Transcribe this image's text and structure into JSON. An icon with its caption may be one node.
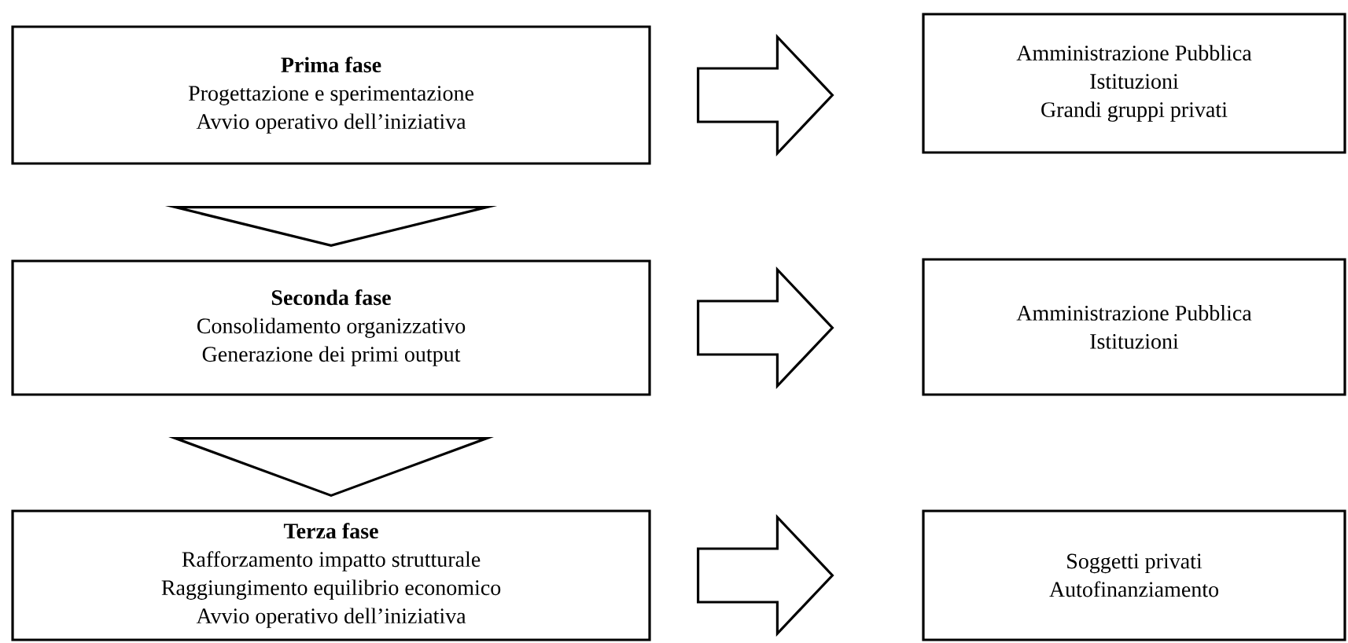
{
  "diagram": {
    "nodes": [
      {
        "text": [
          "Prima fase",
          "Progettazione e sperimentazione",
          "Avvio operativo dell’iniziativa"
        ]
      },
      {
        "text": [
          "Amministrazione Pubblica",
          "Istituzioni",
          "Grandi gruppi privati"
        ]
      },
      {
        "text": [
          "Seconda fase",
          "Consolidamento organizzativo",
          "Generazione dei primi output"
        ]
      },
      {
        "text": [
          "Amministrazione Pubblica",
          "Istituzioni"
        ]
      },
      {
        "text": [
          "Terza fase",
          "Rafforzamento impatto strutturale",
          "Raggiungimento equilibrio economico",
          "Avvio operativo dell’iniziativa"
        ]
      },
      {
        "text": [
          "Soggetti privati",
          "Autofinanziamento"
        ]
      }
    ],
    "edges": [
      {
        "from": 0,
        "to": 1,
        "arrow": "to"
      },
      {
        "from": 0,
        "to": 2,
        "arrow": "to"
      },
      {
        "from": 2,
        "to": 3,
        "arrow": "to"
      },
      {
        "from": 2,
        "to": 4,
        "arrow": "to"
      },
      {
        "from": 4,
        "to": 5,
        "arrow": "to"
      }
    ]
  }
}
